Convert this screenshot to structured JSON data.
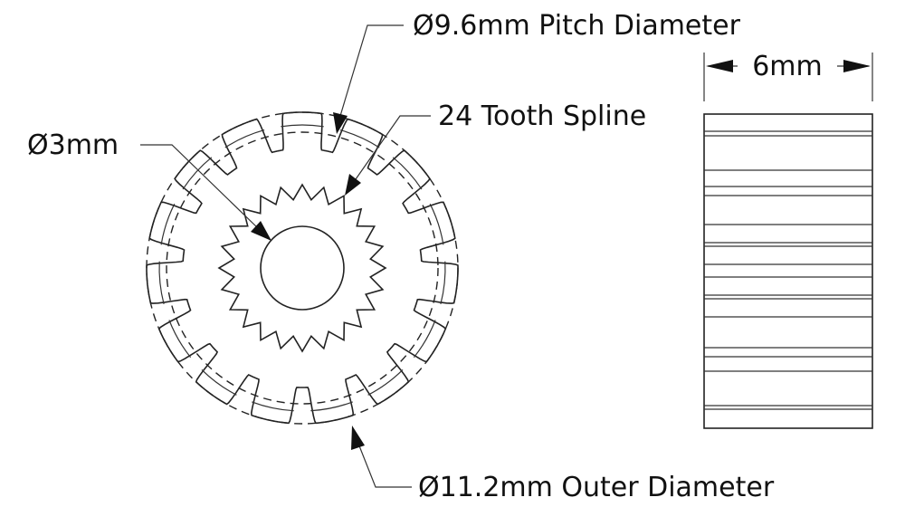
{
  "labels": {
    "pitch_diameter": "Ø9.6mm Pitch Diameter",
    "spline": "24 Tooth Spline",
    "bore": "Ø3mm",
    "width": "6mm",
    "outer_diameter": "Ø11.2mm Outer Diameter"
  },
  "gear": {
    "teeth": 15,
    "spline_teeth": 24
  }
}
